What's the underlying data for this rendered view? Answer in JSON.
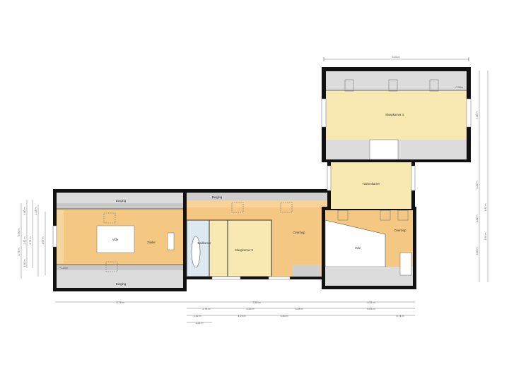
{
  "rooms": {
    "zolder": "Zolder",
    "vide_left": "Vide",
    "berging_top_left": "Berging",
    "berging_bottom_left": "Berging",
    "berging_top_mid": "Berging",
    "badkamer": "Badkamer",
    "slaapkamer5": "Slaapkamer 5",
    "overloop_mid": "Overloop",
    "slaapkamer4": "Slaapkamer 4",
    "tussenkamer": "Tussenkamer",
    "vide_right": "Vide",
    "overloop_right": "Overloop"
  },
  "levels": {
    "left": "+1.50m",
    "right_top": "+1.50m"
  },
  "dimensions": {
    "top": "5.93 m",
    "right_top": "4.00 m",
    "right_mid": "1.20 m",
    "right_a": "1.82 m",
    "right_b": "1.40 m",
    "right_c": "3.30 m",
    "right_d": "2.84 m",
    "left_a": "4.00 m",
    "left_b": "3.50 m",
    "left_c": "2.82 m",
    "left_d": "1.18 m",
    "left_e": "2.74 m",
    "left_f": "3.77 m",
    "left_g": "1.60 m",
    "left_h": "4.07 m",
    "bottom_1": "6.79 m",
    "bottom_2": "5.80 m",
    "bottom_3": "3.52 m",
    "bottom_4": "2.78 m",
    "bottom_5": "2.55 m",
    "bottom_6": "3.58 m",
    "bottom_7": "6.03 m",
    "bottom_8": "1.42 m",
    "bottom_9": "4.29 m",
    "bottom_10": "3.46 m",
    "bottom_11": "5.74 m",
    "bottom_12": "1.22 m"
  }
}
